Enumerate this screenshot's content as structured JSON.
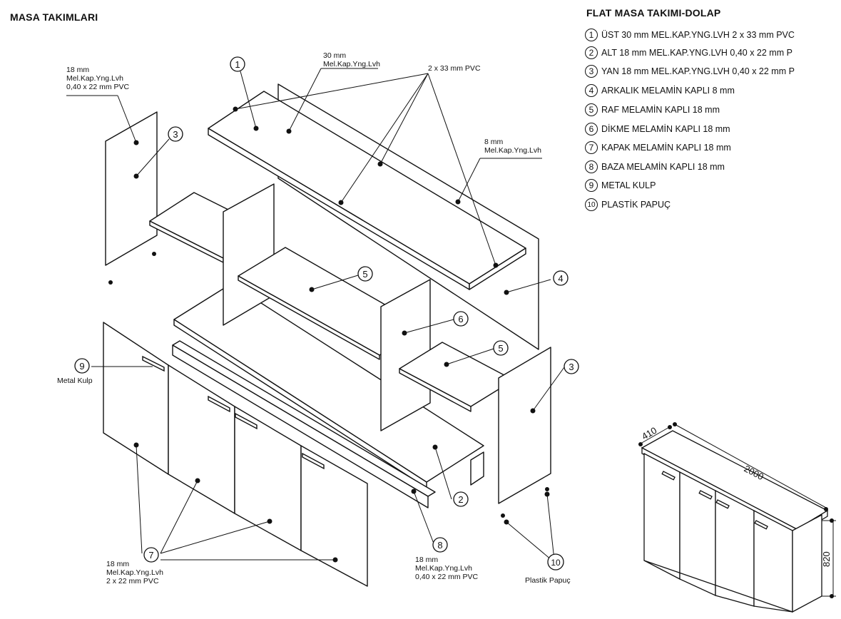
{
  "titles": {
    "left": "MASA TAKIMLARI",
    "right": "FLAT MASA TAKIMI-DOLAP"
  },
  "legend": [
    {
      "num": "1",
      "text": "ÜST 30 mm MEL.KAP.YNG.LVH  2 x 33 mm PVC"
    },
    {
      "num": "2",
      "text": "ALT 18 mm MEL.KAP.YNG.LVH  0,40 x 22 mm P"
    },
    {
      "num": "3",
      "text": "YAN 18 mm MEL.KAP.YNG.LVH  0,40 x 22 mm P"
    },
    {
      "num": "4",
      "text": "ARKALIK MELAMİN KAPLI 8 mm"
    },
    {
      "num": "5",
      "text": "RAF MELAMİN KAPLI 18 mm"
    },
    {
      "num": "6",
      "text": "DİKME MELAMİN KAPLI 18 mm"
    },
    {
      "num": "7",
      "text": "KAPAK MELAMİN KAPLI 18 mm"
    },
    {
      "num": "8",
      "text": "BAZA MELAMİN KAPLI 18 mm"
    },
    {
      "num": "9",
      "text": "METAL KULP"
    },
    {
      "num": "10",
      "text": "PLASTİK PAPUÇ"
    }
  ],
  "annotations": {
    "side_panel": "18 mm\nMel.Kap.Yng.Lvh\n0,40 x 22 mm PVC",
    "top_30mm": "30 mm\nMel.Kap.Yng.Lvh",
    "pvc_33": "2 x 33 mm PVC",
    "back_8mm": "8 mm\nMel.Kap.Yng.Lvh",
    "metal_kulp": "Metal Kulp",
    "doors": "18 mm\nMel.Kap.Yng.Lvh\n2 x 22 mm PVC",
    "base": "18 mm\nMel.Kap.Yng.Lvh\n0,40 x 22 mm PVC",
    "plastik_papuc": "Plastik Papuç"
  },
  "callouts": [
    "1",
    "2",
    "3",
    "3",
    "4",
    "5",
    "5",
    "6",
    "7",
    "8",
    "9",
    "10"
  ],
  "dimensions": {
    "depth": "410",
    "width": "2000",
    "height": "820"
  }
}
